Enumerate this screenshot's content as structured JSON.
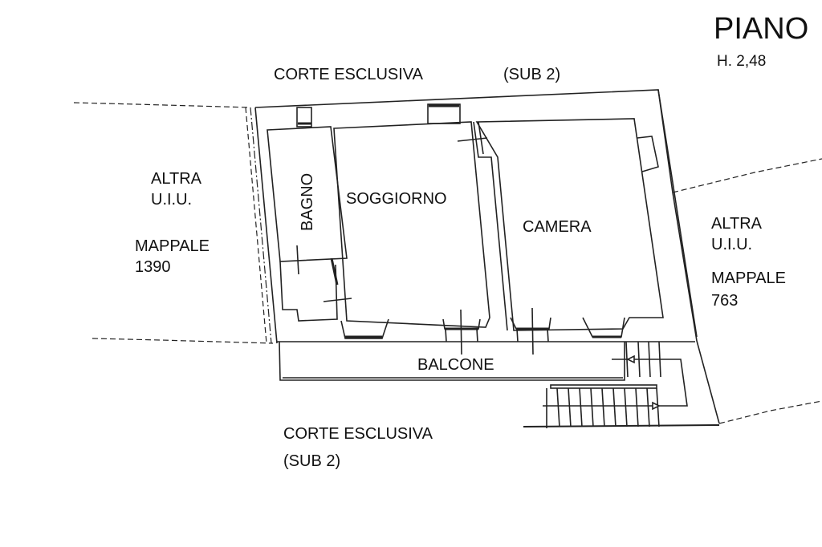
{
  "header": {
    "title": "PIANO",
    "height": "H. 2,48"
  },
  "courtyard_top": {
    "label": "CORTE ESCLUSIVA",
    "sub": "(SUB 2)"
  },
  "courtyard_bottom": {
    "label": "CORTE ESCLUSIVA",
    "sub": "(SUB 2)"
  },
  "neighbor_left": {
    "line1": "ALTRA",
    "line2": "U.I.U.",
    "mappale_label": "MAPPALE",
    "mappale_number": "1390"
  },
  "neighbor_right": {
    "line1": "ALTRA",
    "line2": "U.I.U.",
    "mappale_label": "MAPPALE",
    "mappale_number": "763"
  },
  "rooms": [
    {
      "name": "BAGNO"
    },
    {
      "name": "SOGGIORNO"
    },
    {
      "name": "CAMERA"
    },
    {
      "name": "BALCONE"
    }
  ],
  "colors": {
    "line": "#222222",
    "background": "#ffffff"
  }
}
